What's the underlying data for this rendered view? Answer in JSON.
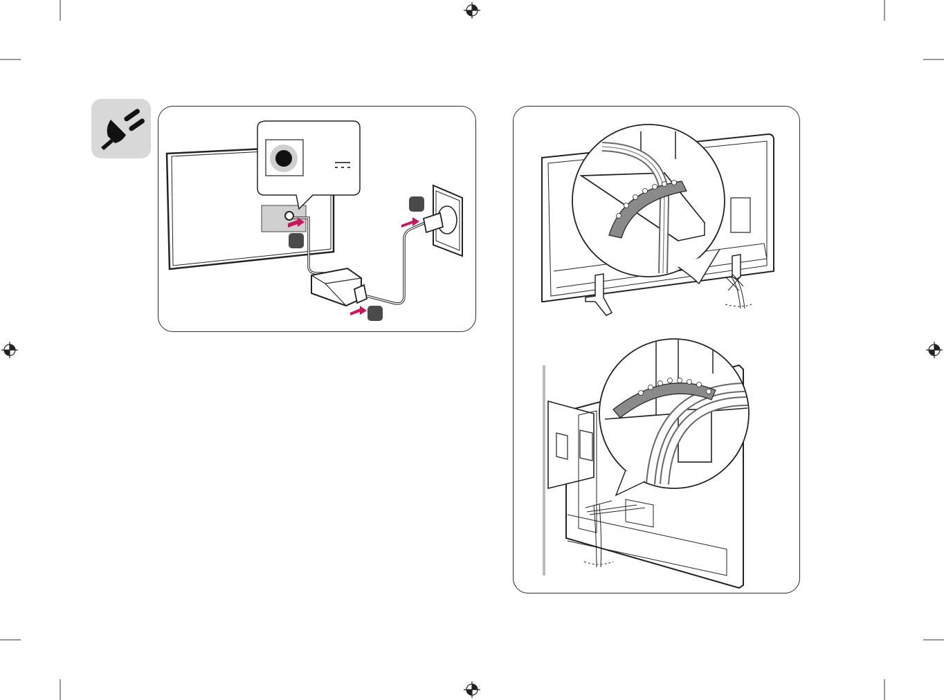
{
  "page": {
    "icon": "power-plug-icon",
    "accent_color": "#c8185c",
    "badge_color": "#d8d8d8"
  },
  "left_figure": {
    "dc_symbol": "dc-power-symbol",
    "steps": [
      "",
      "",
      ""
    ]
  },
  "right_figure": {
    "top_illustration": "cable-holder-stand-mount",
    "bottom_illustration": "cable-holder-wall-mount"
  }
}
